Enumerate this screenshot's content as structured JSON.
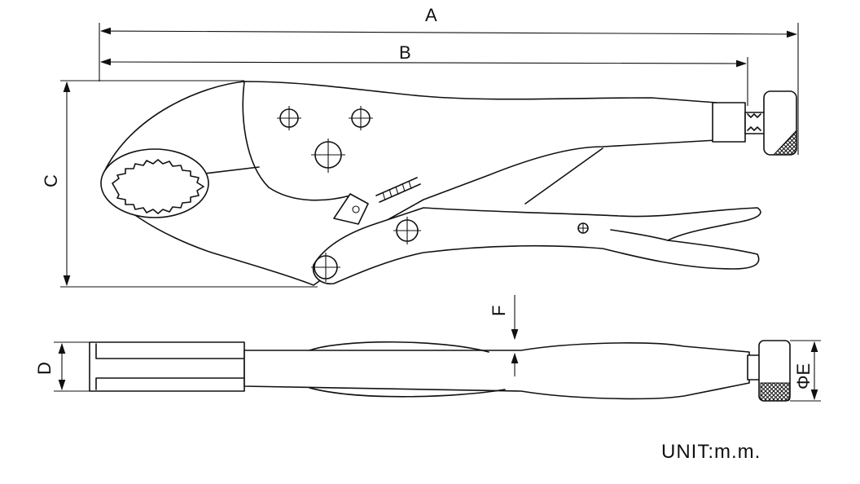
{
  "title": "Locking pliers dimension drawing",
  "dimensions": {
    "a": "A",
    "b": "B",
    "c": "C",
    "d": "D",
    "e": "ΦE",
    "f": "F"
  },
  "unit_label": "UNIT:m.m.",
  "colors": {
    "line": "#111111",
    "background": "#ffffff"
  }
}
